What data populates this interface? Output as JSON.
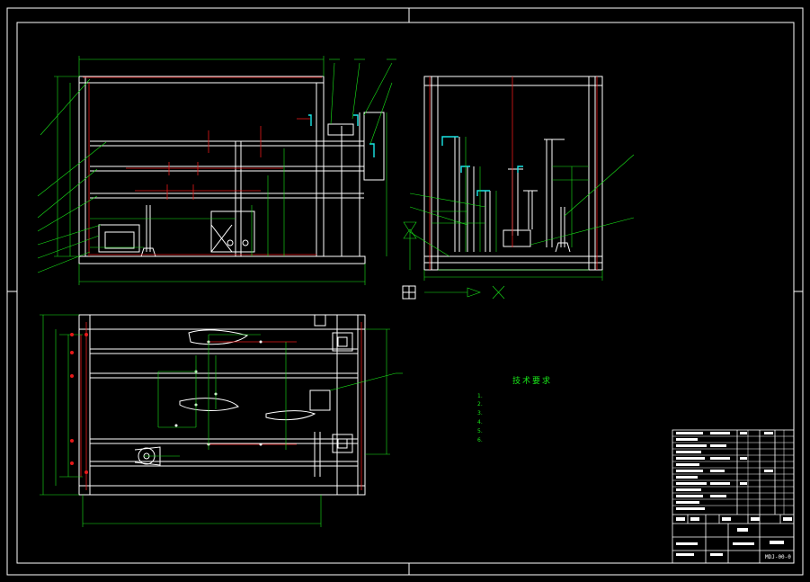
{
  "technical_requirements": {
    "title": "技术要求",
    "items": [
      "1.",
      "2.",
      "3.",
      "4.",
      "5.",
      "6."
    ]
  },
  "title_block": {
    "drawing_number": "MDJ-00-0"
  },
  "colors": {
    "background": "#000000",
    "outline": "#ffffff",
    "dimension": "#19e619",
    "center_line": "#e61919",
    "accent_cyan": "#19e6e6"
  }
}
